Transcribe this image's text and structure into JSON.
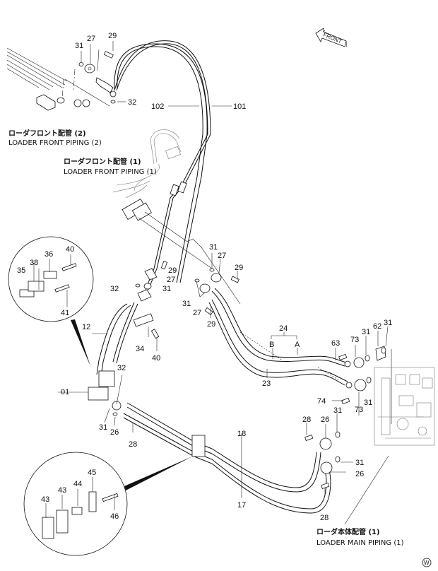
{
  "figure": {
    "front_arrow_label": "FRONT",
    "corner_mark": "W"
  },
  "captions": {
    "front_piping_2": {
      "jp": "ローダフロント配管 (2)",
      "en": "LOADER FRONT PIPING (2)"
    },
    "front_piping_1": {
      "jp": "ローダフロント配管 (1)",
      "en": "LOADER FRONT PIPING (1)"
    },
    "main_piping_1": {
      "jp": "ローダ本体配管 (1)",
      "en": "LOADER MAIN PIPING (1)"
    }
  },
  "callouts": {
    "c31_top": "31",
    "c27_top": "27",
    "c29_top": "29",
    "c32_top": "32",
    "c102": "102",
    "c101": "101",
    "c31_mid": "31",
    "c27_mid": "27",
    "c29_mid": "29",
    "c31_mid2": "31",
    "c27_mid2": "27",
    "c29_mid2": "29",
    "c29_left": "29",
    "c27_left": "27",
    "c31_left": "31",
    "c32_left": "32",
    "c24": "24",
    "cB": "B",
    "cA": "A",
    "c23": "23",
    "c63": "63",
    "c73a": "73",
    "c31r1": "31",
    "c62": "62",
    "c31r2": "31",
    "c74": "74",
    "c73b": "73",
    "c31r3": "31",
    "c12": "12",
    "c34": "34",
    "c40b": "40",
    "c01": "01",
    "c32b": "32",
    "c31b": "31",
    "c26b": "26",
    "c28b": "28",
    "c28r": "28",
    "c26r": "26",
    "c31r4": "31",
    "c31r5": "31",
    "c26r2": "26",
    "c28r2": "28",
    "c18": "18",
    "c17": "17",
    "c35": "35",
    "c38": "38",
    "c36": "36",
    "c40": "40",
    "c41": "41",
    "c43a": "43",
    "c43b": "43",
    "c44": "44",
    "c45": "45",
    "c46": "46"
  }
}
